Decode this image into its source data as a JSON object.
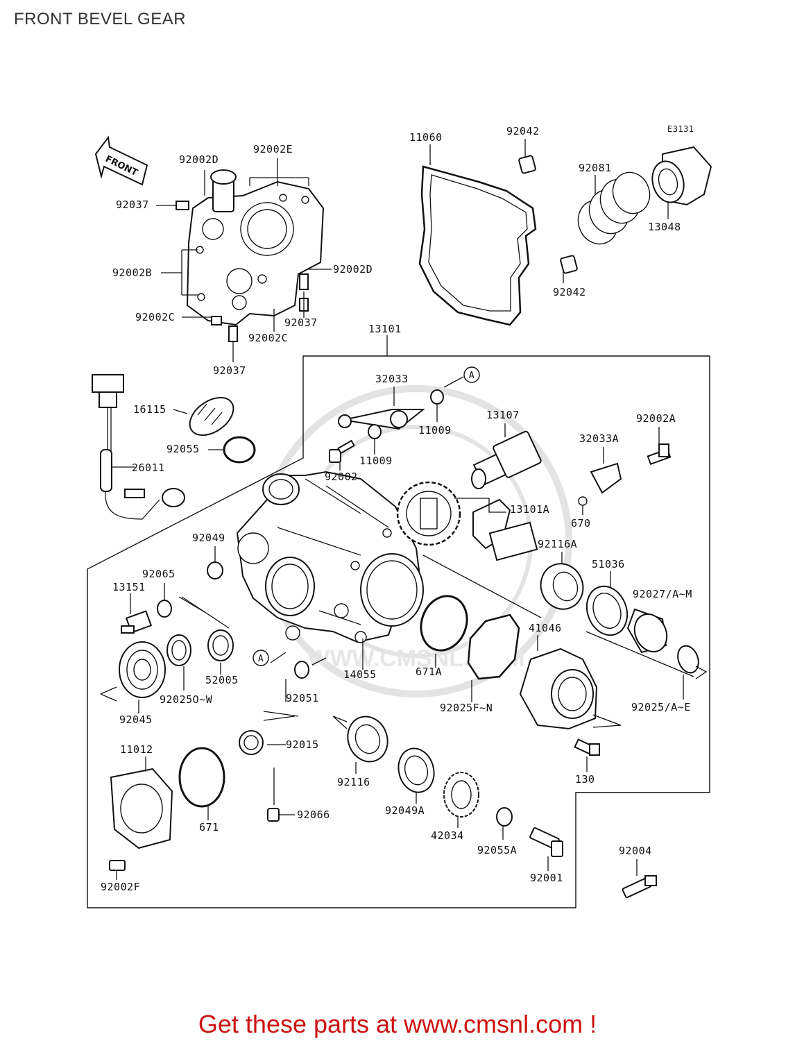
{
  "title": "FRONT BEVEL GEAR",
  "footer_text": "Get these parts at www.cmsnl.com !",
  "diagram_code": "E3131",
  "front_arrow_label": "FRONT",
  "ref_marker": "A",
  "watermark_text": "WWW.CMSNL.COM",
  "colors": {
    "footer": "#cc1111",
    "title": "#333333",
    "lines": "#111111"
  },
  "labels": {
    "p92002D_a": "92002D",
    "p92002E": "92002E",
    "p92037_a": "92037",
    "p92002B": "92002B",
    "p92002D_b": "92002D",
    "p92002C_a": "92002C",
    "p92037_b": "92037",
    "p92002C_b": "92002C",
    "p92037_c": "92037",
    "p11060": "11060",
    "p92042_a": "92042",
    "p92081": "92081",
    "p13048": "13048",
    "p92042_b": "92042",
    "p13101": "13101",
    "p32033": "32033",
    "p11009_a": "11009",
    "p11009_b": "11009",
    "p13107": "13107",
    "p92002A": "92002A",
    "p32033A": "32033A",
    "p16115": "16115",
    "p92055": "92055",
    "p92002": "92002",
    "p26011": "26011",
    "p670": "670",
    "p13101A": "13101A",
    "p92049": "92049",
    "p92116A": "92116A",
    "p51036": "51036",
    "p92065": "92065",
    "p13151": "13151",
    "p92027": "92027/A~M",
    "p41046": "41046",
    "p52005": "52005",
    "p14055": "14055",
    "p671A": "671A",
    "p92025": "92025O~W",
    "p92045": "92045",
    "p92051": "92051",
    "p92025F": "92025F~N",
    "p92025A": "92025/A~E",
    "p92015": "92015",
    "p11012": "11012",
    "p130": "130",
    "p92116": "92116",
    "p92049A": "92049A",
    "p671": "671",
    "p92066": "92066",
    "p42034": "42034",
    "p92055A": "92055A",
    "p92004": "92004",
    "p92001": "92001",
    "p92002F": "92002F"
  }
}
